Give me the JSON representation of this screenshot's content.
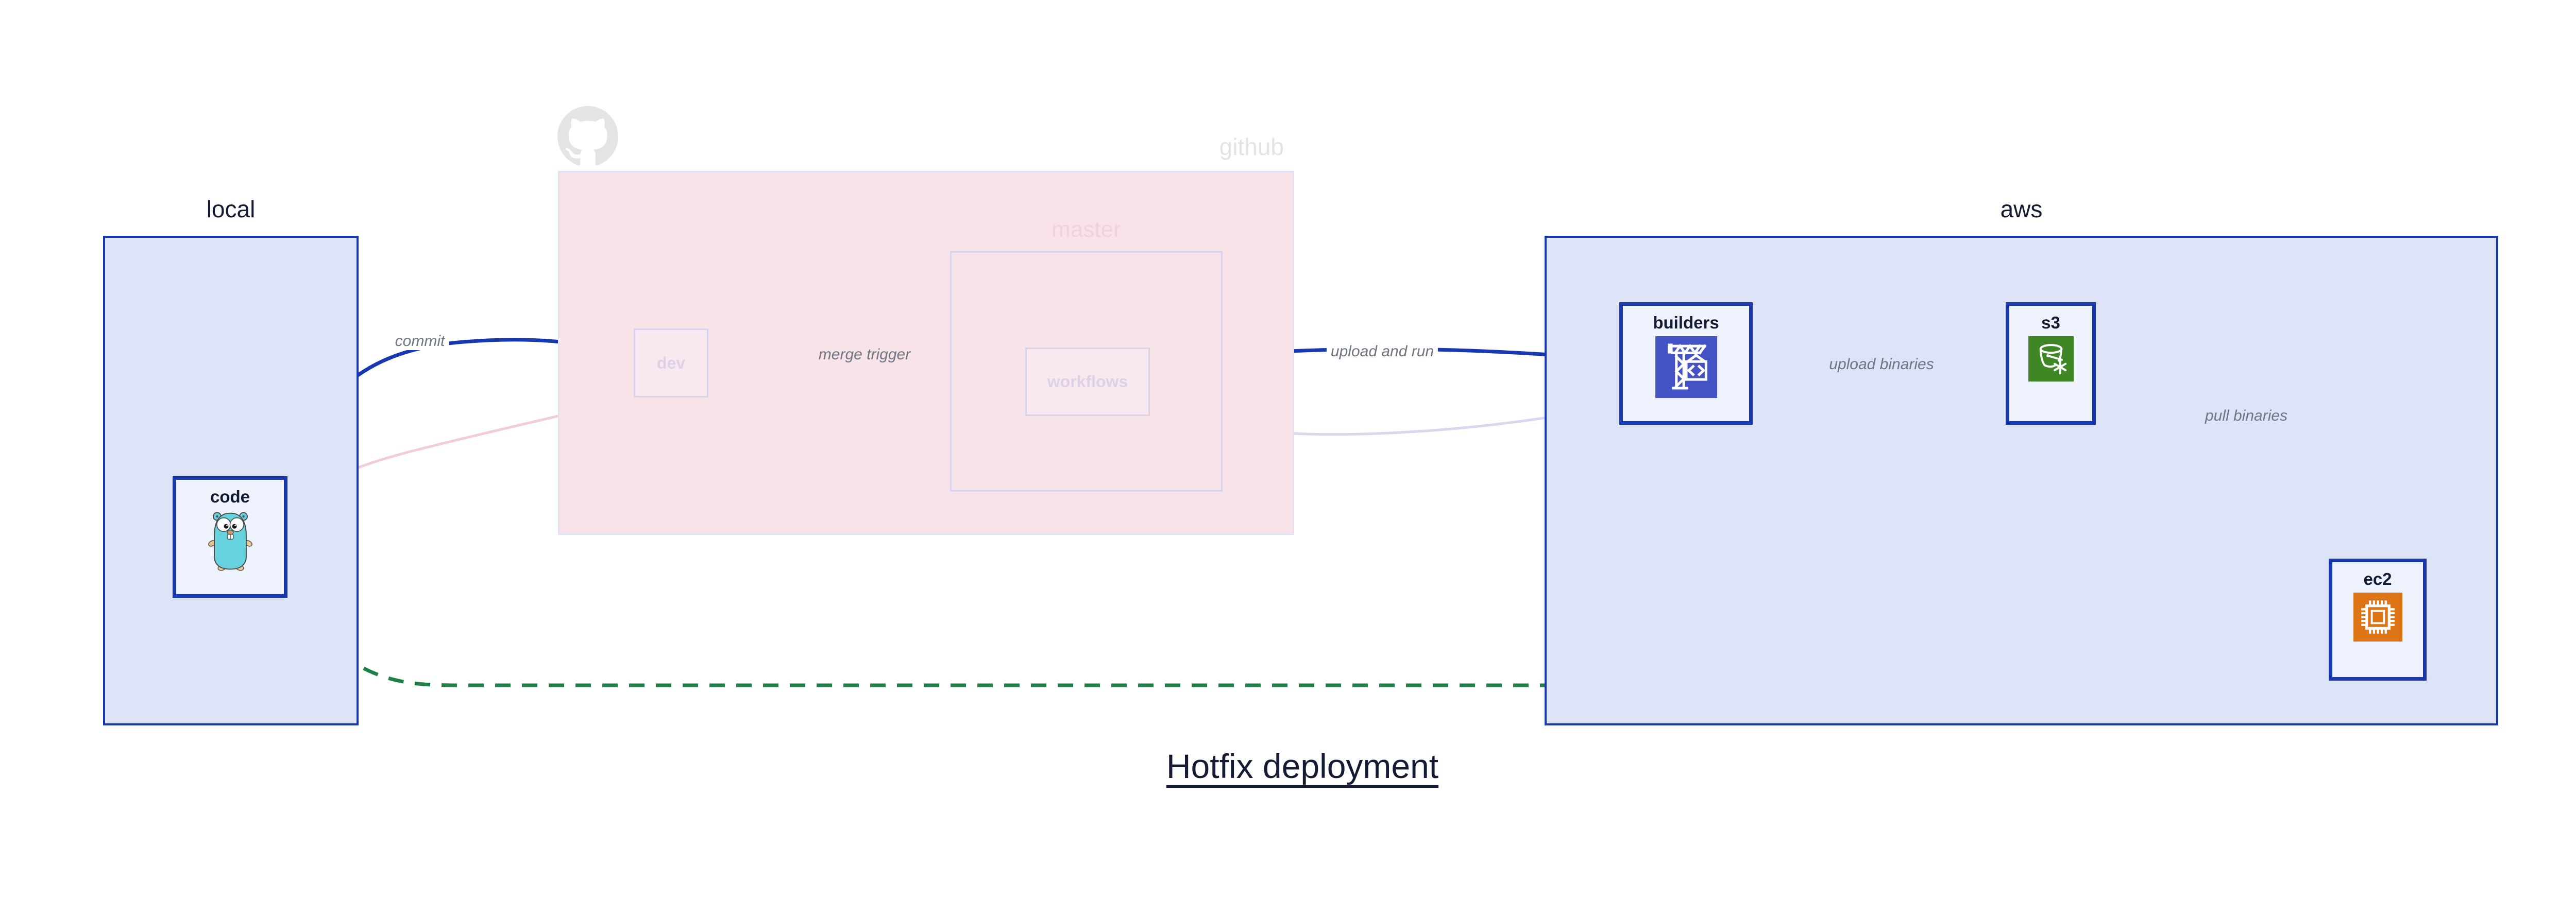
{
  "title": "Hotfix deployment",
  "groups": {
    "local": "local",
    "github": "github",
    "master": "master",
    "aws": "aws"
  },
  "nodes": {
    "code": "code",
    "dev": "dev",
    "workflows": "workflows",
    "builders": "builders",
    "s3": "s3",
    "ec2": "ec2"
  },
  "edge_labels": {
    "commit": "commit",
    "merge_trigger": "merge trigger",
    "upload_and_run": "upload and run",
    "upload_binaries": "upload binaries",
    "pull_binaries": "pull binaries"
  },
  "edges": [
    {
      "from": "code",
      "to": "dev",
      "label": "commit",
      "style": "solid-blue"
    },
    {
      "from": "dev",
      "to": "workflows",
      "label": "merge trigger",
      "style": "solid-blue"
    },
    {
      "from": "workflows",
      "to": "builders",
      "label": "upload and run",
      "style": "solid-blue"
    },
    {
      "from": "builders",
      "to": "s3",
      "label": "upload binaries",
      "style": "solid-blue"
    },
    {
      "from": "s3",
      "to": "ec2",
      "label": "pull binaries",
      "style": "solid-blue"
    },
    {
      "from": "code",
      "to": "ec2",
      "label": "",
      "style": "dashed-green"
    },
    {
      "from": "code",
      "to": "dev",
      "label": "",
      "style": "faded-pink"
    },
    {
      "from": "dev",
      "to": "workflows",
      "label": "",
      "style": "faded-lavender"
    },
    {
      "from": "workflows",
      "to": "builders",
      "label": "",
      "style": "faded-lavender"
    }
  ],
  "icons": {
    "code": "go-gopher-icon",
    "github": "github-octocat-icon",
    "builders": "codebuild-crane-icon",
    "s3": "s3-glacier-bucket-icon",
    "ec2": "ec2-chip-icon"
  },
  "colors": {
    "flow_active_blue": "#1838b2",
    "flow_hotfix_green": "#1e8048",
    "flow_faded_pink": "#f2ccd9",
    "flow_faded_lavender": "#d9d6ef",
    "group_fill": "#dee4f8",
    "group_border": "#1838b2",
    "github_fill": "#f8e3e9",
    "node_fill": "#eef2fc",
    "dark_text": "#141b33",
    "edge_label_text": "#6f7582",
    "faded_text": "#dbd2e6",
    "codebuild_icon_bg": "#4452c6",
    "s3_icon_bg": "#3f8624",
    "ec2_icon_bg": "#dd7517",
    "gopher_body": "#66d2de"
  }
}
